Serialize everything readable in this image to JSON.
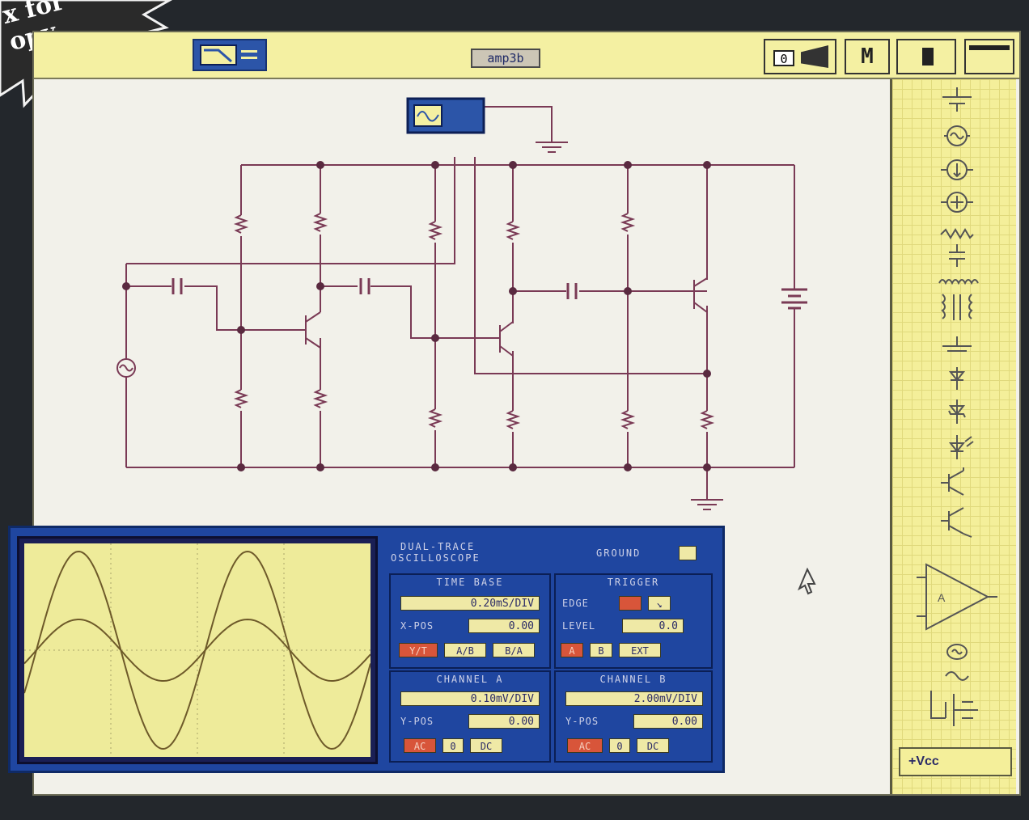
{
  "promo": {
    "line1": "x for",
    "line2": "opy"
  },
  "window": {
    "title": "amp3b"
  },
  "toolbar": {
    "zero_label": "0",
    "meter_label": "M"
  },
  "parts_bin": {
    "selected_part_label": "+Vcc",
    "items": [
      "battery-icon",
      "ac-source-icon",
      "current-source-icon",
      "ac-current-source-icon",
      "resistor-icon",
      "capacitor-icon",
      "inductor-icon",
      "transformer-icon",
      "ground-icon",
      "diode-icon",
      "zener-icon",
      "led-icon",
      "npn-transistor-icon",
      "pnp-transistor-icon",
      "op-amp-icon",
      "lamp-icon",
      "fuse-icon",
      "switch-icon"
    ]
  },
  "oscilloscope": {
    "title_line1": "DUAL-TRACE",
    "title_line2": "OSCILLOSCOPE",
    "ground_label": "GROUND",
    "time_base": {
      "heading": "TIME BASE",
      "scale": "0.20mS/DIV",
      "x_pos_label": "X-POS",
      "x_pos_value": "0.00",
      "modes": [
        "Y/T",
        "A/B",
        "B/A"
      ]
    },
    "trigger": {
      "heading": "TRIGGER",
      "edge_label": "EDGE",
      "level_label": "LEVEL",
      "level_value": "0.0",
      "sources": [
        "A",
        "B",
        "EXT"
      ]
    },
    "channel_a": {
      "heading": "CHANNEL A",
      "scale": "0.10mV/DIV",
      "y_pos_label": "Y-POS",
      "y_pos_value": "0.00",
      "coupling": [
        "AC",
        "0",
        "DC"
      ]
    },
    "channel_b": {
      "heading": "CHANNEL B",
      "scale": "2.00mV/DIV",
      "y_pos_label": "Y-POS",
      "y_pos_value": "0.00",
      "coupling": [
        "AC",
        "0",
        "DC"
      ]
    }
  },
  "colors": {
    "wire": "#7a3a55",
    "node": "#5a2a40",
    "title_bar": "#f4f0a2",
    "scope_body": "#1f46a0",
    "scope_screen": "#eeeb9a",
    "trace": "#6e5a2a"
  }
}
